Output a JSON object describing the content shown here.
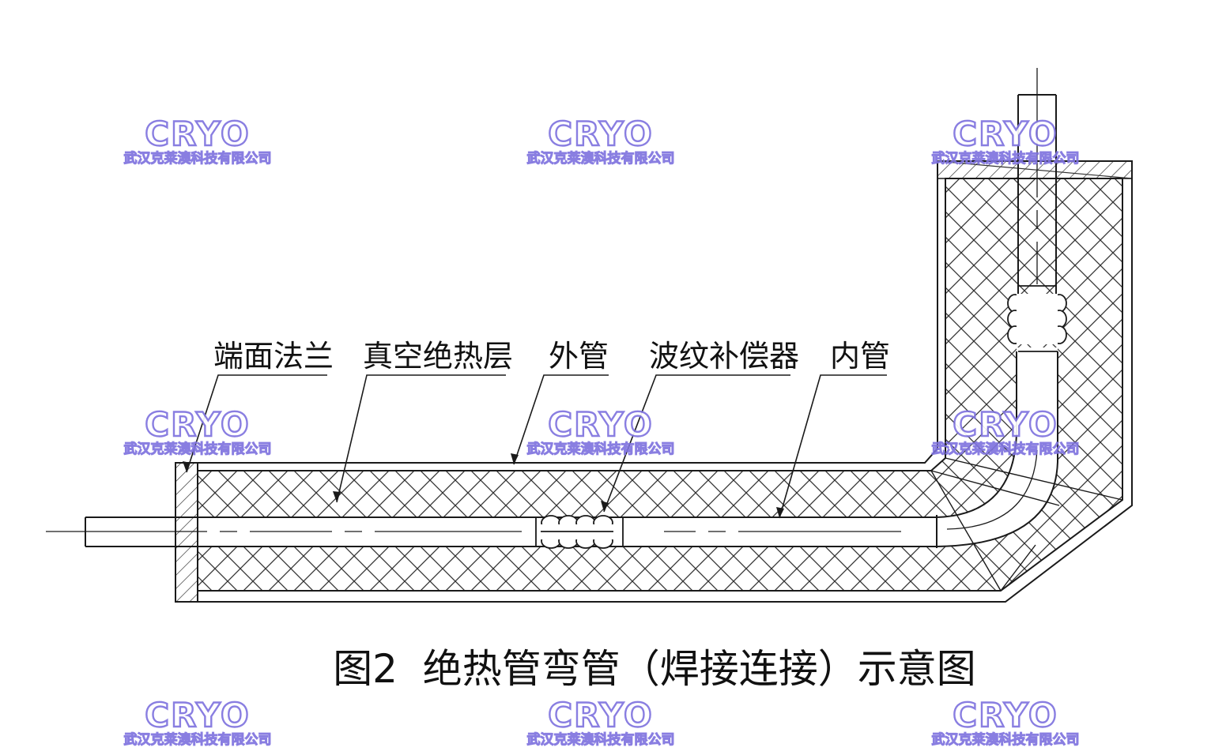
{
  "labels": {
    "end_flange": "端面法兰",
    "vacuum_layer": "真空绝热层",
    "outer_pipe": "外管",
    "bellows": "波纹补偿器",
    "inner_pipe": "内管"
  },
  "caption": "图2  绝热管弯管（焊接连接）示意图",
  "watermark": {
    "logo_text": "CRYO",
    "company": "武汉克莱澳科技有限公司",
    "color": "#7f73df"
  },
  "colors": {
    "line": "#1a1a1a",
    "hatch": "#333333",
    "background": "#ffffff"
  }
}
